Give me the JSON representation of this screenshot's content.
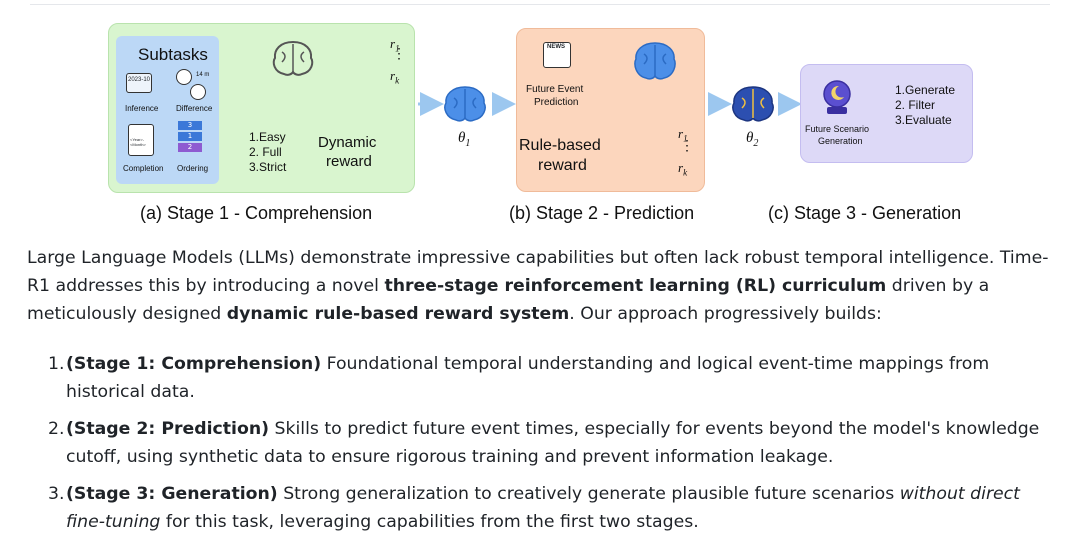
{
  "figure": {
    "stage1": {
      "subtasks_title": "Subtasks",
      "subtasks": [
        "Inference",
        "Difference",
        "Completion",
        "Ordering"
      ],
      "calendar_text": "2023-10",
      "clock_text": "14 m",
      "completion_text": "<Year>-<Month>",
      "ordering_numbers": [
        "3",
        "1",
        "2"
      ],
      "levels": [
        "1.Easy",
        "2. Full",
        "3.Strict"
      ],
      "reward_line1": "Dynamic",
      "reward_line2": "reward",
      "r_top": "r",
      "r_top_sub": "1",
      "r_bottom": "r",
      "r_bottom_sub": "k",
      "caption": "(a) Stage 1 - Comprehension"
    },
    "theta1": {
      "base": "θ",
      "sub": "1"
    },
    "stage2": {
      "news_text": "NEWS",
      "task_line1": "Future Event",
      "task_line2": "Prediction",
      "reward_line1": "Rule-based",
      "reward_line2": "reward",
      "r_top": "r",
      "r_top_sub": "1",
      "r_bottom": "r",
      "r_bottom_sub": "k",
      "caption": "(b) Stage 2 - Prediction"
    },
    "theta2": {
      "base": "θ",
      "sub": "2"
    },
    "stage3": {
      "task_line1": "Future Scenario",
      "task_line2": "Generation",
      "steps": [
        "1.Generate",
        "2. Filter",
        "3.Evaluate"
      ],
      "caption": "(c) Stage 3 - Generation"
    },
    "colors": {
      "stage1_bg": "#d9f5cf",
      "subtasks_bg": "#bcd8f6",
      "stage2_bg": "#fcd6bd",
      "stage3_bg": "#ddd9f7",
      "brain": "#4c8fe8",
      "arrow": "#9cc7ef"
    }
  },
  "intro": {
    "p1": "Large Language Models (LLMs) demonstrate impressive capabilities but often lack robust temporal intelligence. Time-R1 addresses this by introducing a novel ",
    "b1": "three-stage reinforcement learning (RL) curriculum",
    "p2": " driven by a meticulously designed ",
    "b2": "dynamic rule-based reward system",
    "p3": ". Our approach progressively builds:"
  },
  "list": [
    {
      "num": "1.",
      "bold": "(Stage 1: Comprehension)",
      "text": " Foundational temporal understanding and logical event-time mappings from historical data."
    },
    {
      "num": "2.",
      "bold": "(Stage 2: Prediction)",
      "text": " Skills to predict future event times, especially for events beyond the model's knowledge cutoff, using synthetic data to ensure rigorous training and prevent information leakage."
    },
    {
      "num": "3.",
      "bold": "(Stage 3: Generation)",
      "text": " Strong generalization to creatively generate plausible future scenarios ",
      "italic": "without direct fine-tuning",
      "text2": " for this task, leveraging capabilities from the first two stages."
    }
  ]
}
